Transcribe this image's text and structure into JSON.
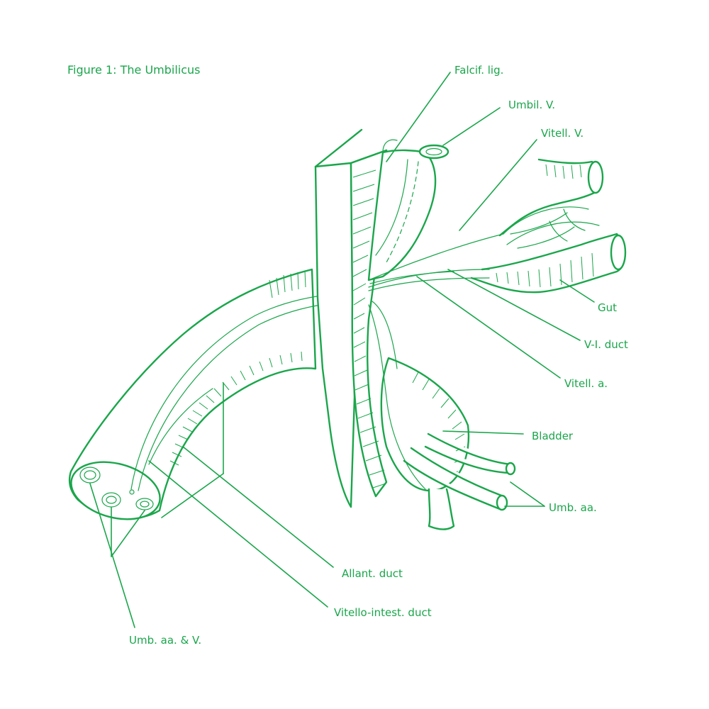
{
  "figure": {
    "title": "Figure 1:  The Umbilicus",
    "line_color": "#1aa64b",
    "labels": {
      "falciform": "Falcif. lig.",
      "umbil_v": "Umbil. V.",
      "vitell_v": "Vitell. V.",
      "gut": "Gut",
      "vi_duct": "V-I. duct",
      "vitell_a": "Vitell. a.",
      "bladder": "Bladder",
      "umb_aa": "Umb. aa.",
      "allant": "Allant. duct",
      "vitello_intest": "Vitello-intest. duct",
      "umb_aa_v": "Umb. aa. & V."
    }
  }
}
